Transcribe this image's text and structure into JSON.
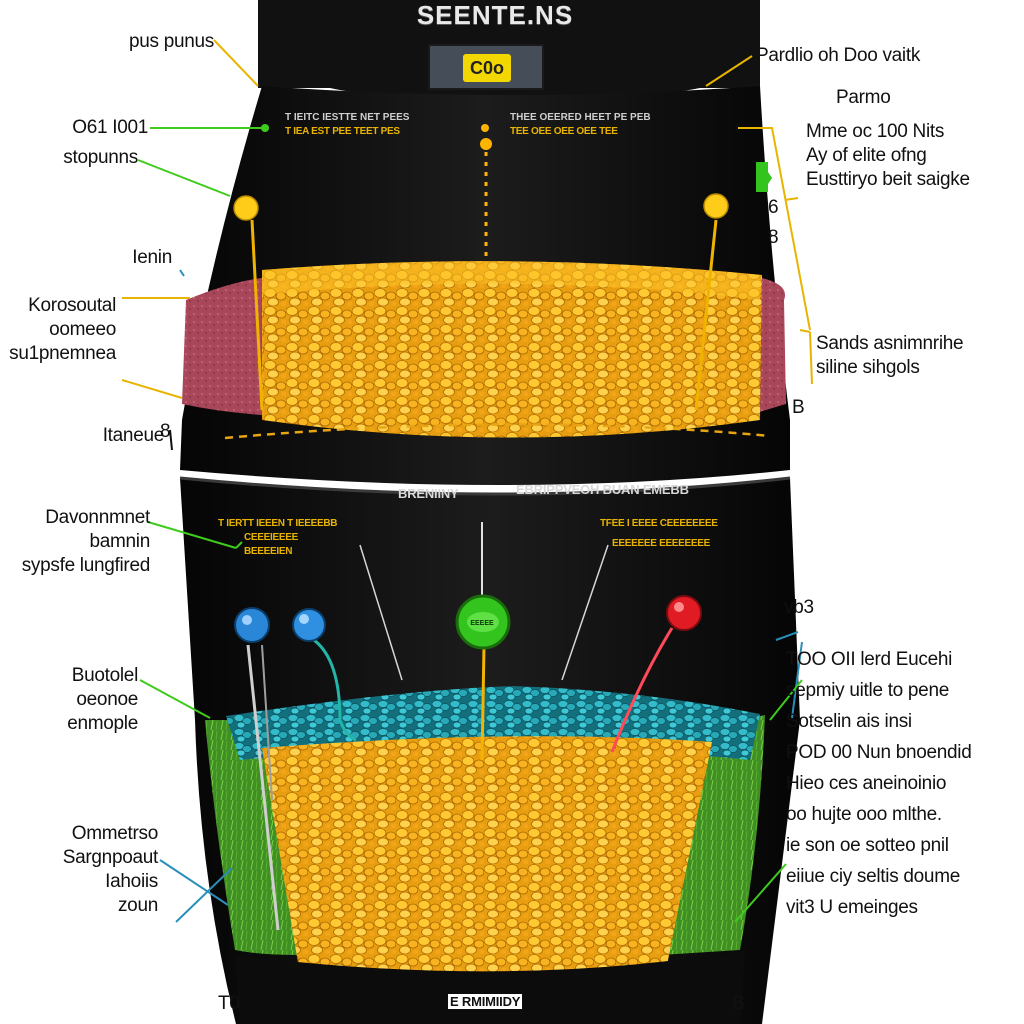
{
  "header": {
    "title": "SEENTE.NS",
    "badge": "C0o"
  },
  "band_labels": {
    "upper_left_1": "T IEITC IESTTE NET PEES",
    "upper_left_2": "T IEA EST PEE TEET PES",
    "upper_right_1": "THEE OEERED HEET PE PEB",
    "upper_right_2": "TEE OEE OEE OEE TEE",
    "mid_left": "BRENIINY",
    "mid_right": "EBRIPPVEOH BUAN EMEBB",
    "lower_left_1": "T IERTT IEEEN T IEEEEBB",
    "lower_left_2": "CEEEIEEEE",
    "lower_left_3": "BEEEEIEN",
    "lower_right_1": "TFEE I EEEE CEEEEEEEE",
    "lower_right_2": "EEEEEEE EEEEEEEE",
    "bottom_center": "E RMIMIIDY",
    "bottom_left": "T0",
    "bottom_right": "B",
    "probe": "EEEEE"
  },
  "left_labels": [
    {
      "id": "l1",
      "lines": [
        "pus punus"
      ]
    },
    {
      "id": "l2",
      "lines": [
        "O61 I001"
      ]
    },
    {
      "id": "l3",
      "lines": [
        "stopunns"
      ]
    },
    {
      "id": "l4",
      "lines": [
        "Ienin"
      ]
    },
    {
      "id": "l5",
      "lines": [
        "Korosoutal",
        "oomeeo",
        "su1pnemnea"
      ]
    },
    {
      "id": "l6",
      "lines": [
        "Itaneue"
      ]
    },
    {
      "id": "l7",
      "lines": [
        "Davonnmnet",
        "bamnin",
        "sypsfe lungfired"
      ]
    },
    {
      "id": "l8",
      "lines": [
        "Buotolel",
        "oeonoe",
        "enmople"
      ]
    },
    {
      "id": "l9",
      "lines": [
        "Ommetrso",
        "Sargnpoaut",
        "Iahoiis",
        "zoun"
      ]
    }
  ],
  "right_labels": [
    {
      "id": "r1",
      "lines": [
        "Pardlio oh Doo vaitk"
      ]
    },
    {
      "id": "r2",
      "lines": [
        "Parmo"
      ]
    },
    {
      "id": "r3",
      "lines": [
        "Mme oc 100 Nits",
        "Ay of elite ofng",
        "Eusttiryo beit saigke"
      ]
    },
    {
      "id": "r4",
      "lines": [
        "Sands asnimnrihe",
        "siline sihgols"
      ]
    },
    {
      "id": "r5",
      "lines": [
        "vb3"
      ]
    },
    {
      "id": "r6",
      "lines": [
        "TOO OII lerd Eucehi",
        "sepmiy uitle to pene",
        "Sotselin ais insi",
        "POD 00 Nun bnoendid",
        "Hieo ces aneinoinio",
        "oo hujte ooo mlthe.",
        "ie son oe sotteo pnil",
        "eiiue ciy seltis doume",
        "vit3 U emeinges"
      ]
    }
  ],
  "side_marks": {
    "mark_a": "6",
    "mark_b": "8",
    "mark_c": "8",
    "mark_d": "B"
  },
  "colors": {
    "container": "#0d0d0d",
    "gold": "#f2b51d",
    "teal": "#1fa8b6",
    "moss": "#5aa832",
    "rust": "#b54a5c",
    "leader_green": "#3ecb1c",
    "leader_gold": "#e8b400",
    "leader_blue": "#2a8fb8"
  }
}
